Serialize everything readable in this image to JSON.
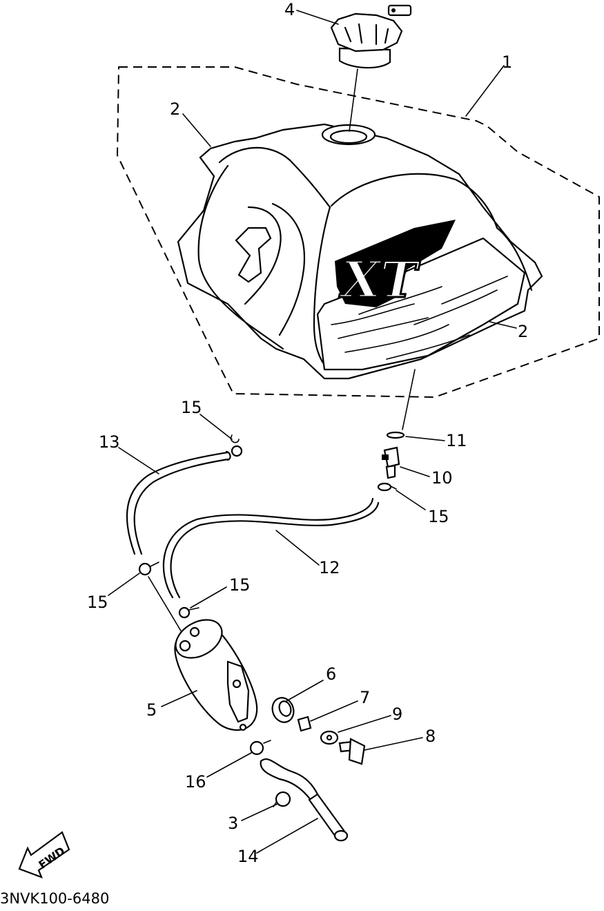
{
  "diagram": {
    "code": "3NVK100-6480",
    "fwd_label": "FWD",
    "tank_logo": "XT",
    "callouts": [
      {
        "id": "c1",
        "label": "1"
      },
      {
        "id": "c2a",
        "label": "2"
      },
      {
        "id": "c2b",
        "label": "2"
      },
      {
        "id": "c3",
        "label": "3"
      },
      {
        "id": "c4",
        "label": "4"
      },
      {
        "id": "c5",
        "label": "5"
      },
      {
        "id": "c6",
        "label": "6"
      },
      {
        "id": "c7",
        "label": "7"
      },
      {
        "id": "c8",
        "label": "8"
      },
      {
        "id": "c9",
        "label": "9"
      },
      {
        "id": "c10",
        "label": "10"
      },
      {
        "id": "c11",
        "label": "11"
      },
      {
        "id": "c12",
        "label": "12"
      },
      {
        "id": "c13",
        "label": "13"
      },
      {
        "id": "c14",
        "label": "14"
      },
      {
        "id": "c15a",
        "label": "15"
      },
      {
        "id": "c15b",
        "label": "15"
      },
      {
        "id": "c15c",
        "label": "15"
      },
      {
        "id": "c15d",
        "label": "15"
      },
      {
        "id": "c16",
        "label": "16"
      }
    ]
  }
}
